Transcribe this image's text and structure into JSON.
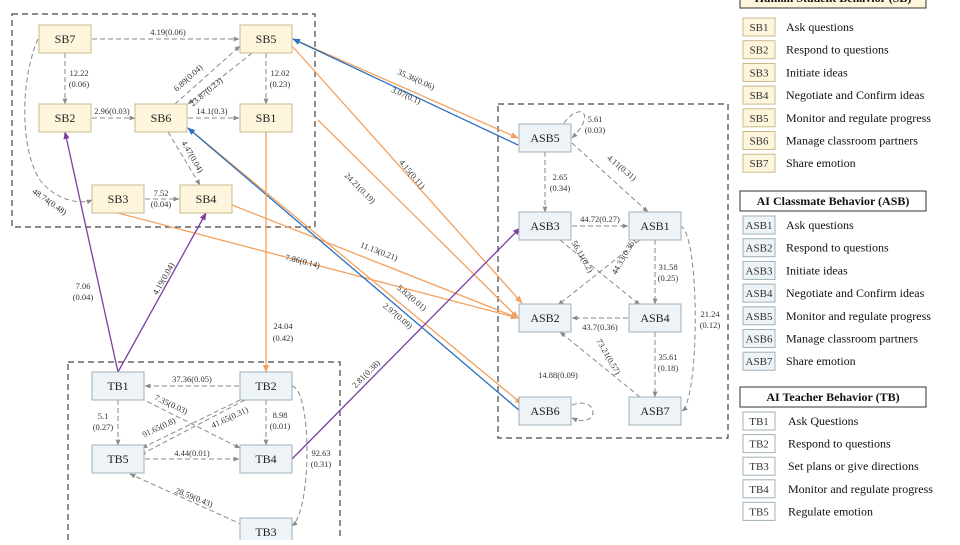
{
  "colors": {
    "sb_fill": "#fdf6dc",
    "sb_stroke": "#c9b98a",
    "ai_fill": "#edf3f6",
    "ai_stroke": "#9fb0b8",
    "dashed_edge": "#8a8a8a",
    "orange_edge": "#f3a15e",
    "blue_edge": "#2d6fc0",
    "purple_edge": "#7b3fa0",
    "group_border": "#444444"
  },
  "nodes": [
    {
      "id": "SB7",
      "label": "SB7",
      "type": "sb"
    },
    {
      "id": "SB5",
      "label": "SB5",
      "type": "sb"
    },
    {
      "id": "SB2",
      "label": "SB2",
      "type": "sb"
    },
    {
      "id": "SB6",
      "label": "SB6",
      "type": "sb"
    },
    {
      "id": "SB1",
      "label": "SB1",
      "type": "sb"
    },
    {
      "id": "SB3",
      "label": "SB3",
      "type": "sb"
    },
    {
      "id": "SB4",
      "label": "SB4",
      "type": "sb"
    },
    {
      "id": "ASB5",
      "label": "ASB5",
      "type": "ai"
    },
    {
      "id": "ASB3",
      "label": "ASB3",
      "type": "ai"
    },
    {
      "id": "ASB1",
      "label": "ASB1",
      "type": "ai"
    },
    {
      "id": "ASB2",
      "label": "ASB2",
      "type": "ai"
    },
    {
      "id": "ASB4",
      "label": "ASB4",
      "type": "ai"
    },
    {
      "id": "ASB6",
      "label": "ASB6",
      "type": "ai"
    },
    {
      "id": "ASB7",
      "label": "ASB7",
      "type": "ai"
    },
    {
      "id": "TB1",
      "label": "TB1",
      "type": "ai"
    },
    {
      "id": "TB2",
      "label": "TB2",
      "type": "ai"
    },
    {
      "id": "TB5",
      "label": "TB5",
      "type": "ai"
    },
    {
      "id": "TB4",
      "label": "TB4",
      "type": "ai"
    },
    {
      "id": "TB3",
      "label": "TB3",
      "type": "ai"
    }
  ],
  "edges": [
    {
      "label": "4.19(0.06)",
      "style": "dashed"
    },
    {
      "label": "12.22",
      "style": "dashed"
    },
    {
      "label": "(0.06)",
      "style": "dashed"
    },
    {
      "label": "6.89(0.04)",
      "style": "dashed"
    },
    {
      "label": "23.87(0.23)",
      "style": "dashed"
    },
    {
      "label": "12.02",
      "style": "dashed"
    },
    {
      "label": "(0.23)",
      "style": "dashed"
    },
    {
      "label": "2.96(0.03)",
      "style": "dashed"
    },
    {
      "label": "14.1(0.3)",
      "style": "dashed"
    },
    {
      "label": "4.47(0.04)",
      "style": "dashed"
    },
    {
      "label": "7.52",
      "style": "dashed"
    },
    {
      "label": "(0.04)",
      "style": "dashed"
    },
    {
      "label": "48.74(0.48)",
      "style": "dashed"
    },
    {
      "label": "35.36(0.06)",
      "style": "orange"
    },
    {
      "label": "3.07(0.1)",
      "style": "blue"
    },
    {
      "label": "24.21(0.19)",
      "style": "orange"
    },
    {
      "label": "4.15(0.11)",
      "style": "orange"
    },
    {
      "label": "11.13(0.21)",
      "style": "orange"
    },
    {
      "label": "7.86(0.14)",
      "style": "orange"
    },
    {
      "label": "5.82(0.01)",
      "style": "orange"
    },
    {
      "label": "2.97(0.09)",
      "style": "blue"
    },
    {
      "label": "24.04",
      "style": "orange"
    },
    {
      "label": "(0.42)",
      "style": "orange"
    },
    {
      "label": "7.06",
      "style": "purple"
    },
    {
      "label": "(0.04)",
      "style": "purple"
    },
    {
      "label": "4.19(0.04)",
      "style": "purple"
    },
    {
      "label": "2.81(0.38)",
      "style": "purple"
    },
    {
      "label": "5.61",
      "style": "dashed"
    },
    {
      "label": "(0.03)",
      "style": "dashed"
    },
    {
      "label": "4.11(0.31)",
      "style": "dashed"
    },
    {
      "label": "2.65",
      "style": "dashed"
    },
    {
      "label": "(0.34)",
      "style": "dashed"
    },
    {
      "label": "44.72(0.27)",
      "style": "dashed"
    },
    {
      "label": "56.11(0.2)",
      "style": "dashed"
    },
    {
      "label": "44.33(0.36)",
      "style": "dashed"
    },
    {
      "label": "31.58",
      "style": "dashed"
    },
    {
      "label": "(0.25)",
      "style": "dashed"
    },
    {
      "label": "21.24",
      "style": "dashed"
    },
    {
      "label": "(0.12)",
      "style": "dashed"
    },
    {
      "label": "43.7(0.36)",
      "style": "dashed"
    },
    {
      "label": "35.61",
      "style": "dashed"
    },
    {
      "label": "(0.18)",
      "style": "dashed"
    },
    {
      "label": "73.21(0.57)",
      "style": "dashed"
    },
    {
      "label": "14.88(0.09)",
      "style": "dashed"
    },
    {
      "label": "37.36(0.05)",
      "style": "dashed"
    },
    {
      "label": "5.1",
      "style": "dashed"
    },
    {
      "label": "(0.27)",
      "style": "dashed"
    },
    {
      "label": "7.35(0.03)",
      "style": "dashed"
    },
    {
      "label": "91.65(0.8)",
      "style": "dashed"
    },
    {
      "label": "41.65(0.31)",
      "style": "dashed"
    },
    {
      "label": "8.98",
      "style": "dashed"
    },
    {
      "label": "(0.01)",
      "style": "dashed"
    },
    {
      "label": "4.44(0.01)",
      "style": "dashed"
    },
    {
      "label": "92.63",
      "style": "dashed"
    },
    {
      "label": "(0.31)",
      "style": "dashed"
    },
    {
      "label": "28.59(0.43)",
      "style": "dashed"
    }
  ],
  "legend": {
    "sections": [
      {
        "title": "Human Student Behavior (SB)",
        "type": "sb",
        "items": [
          {
            "code": "SB1",
            "text": "Ask questions"
          },
          {
            "code": "SB2",
            "text": "Respond to questions"
          },
          {
            "code": "SB3",
            "text": "Initiate ideas"
          },
          {
            "code": "SB4",
            "text": "Negotiate and Confirm ideas"
          },
          {
            "code": "SB5",
            "text": "Monitor and regulate progress"
          },
          {
            "code": "SB6",
            "text": "Manage classroom partners"
          },
          {
            "code": "SB7",
            "text": "Share emotion"
          }
        ]
      },
      {
        "title": "AI Classmate Behavior (ASB)",
        "type": "ai",
        "items": [
          {
            "code": "ASB1",
            "text": "Ask questions"
          },
          {
            "code": "ASB2",
            "text": "Respond to questions"
          },
          {
            "code": "ASB3",
            "text": "Initiate ideas"
          },
          {
            "code": "ASB4",
            "text": "Negotiate and Confirm ideas"
          },
          {
            "code": "ASB5",
            "text": "Monitor and regulate progress"
          },
          {
            "code": "ASB6",
            "text": "Manage classroom partners"
          },
          {
            "code": "ASB7",
            "text": "Share emotion"
          }
        ]
      },
      {
        "title": "AI Teacher Behavior (TB)",
        "type": "white",
        "items": [
          {
            "code": "TB1",
            "text": "Ask Questions"
          },
          {
            "code": "TB2",
            "text": "Respond to questions"
          },
          {
            "code": "TB3",
            "text": "Set plans or give directions"
          },
          {
            "code": "TB4",
            "text": "Monitor and regulate progress"
          },
          {
            "code": "TB5",
            "text": "Regulate emotion"
          }
        ]
      }
    ]
  }
}
